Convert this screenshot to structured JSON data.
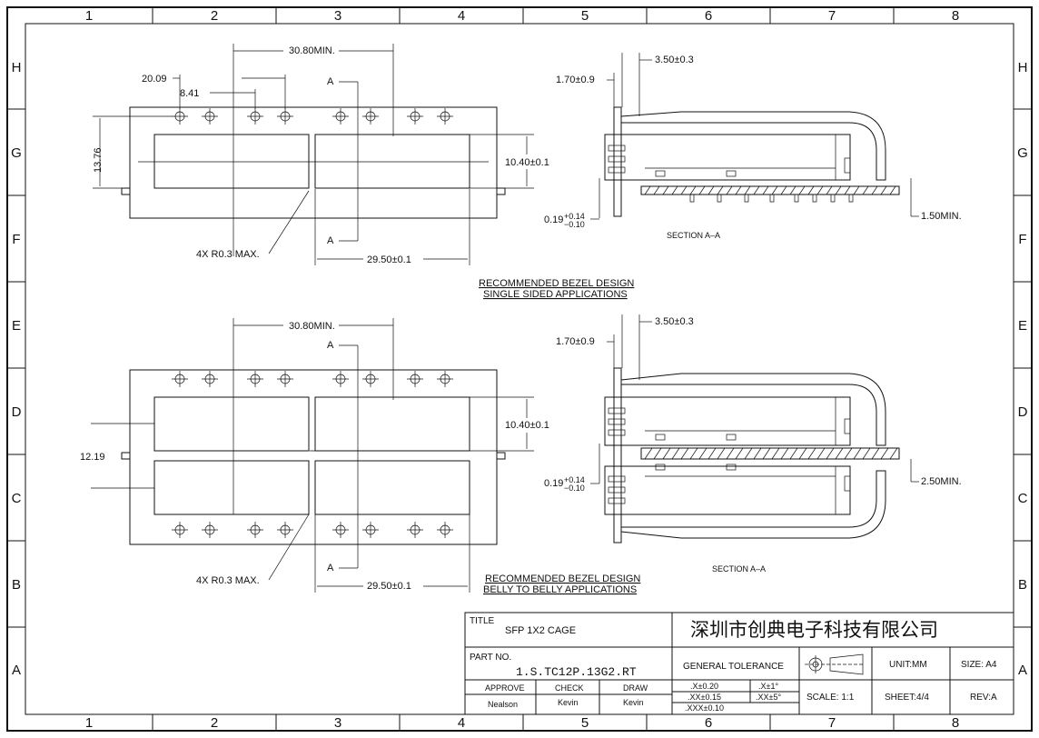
{
  "border": {
    "columns": [
      "1",
      "2",
      "3",
      "4",
      "5",
      "6",
      "7",
      "8"
    ],
    "rows": [
      "H",
      "G",
      "F",
      "E",
      "D",
      "C",
      "B",
      "A"
    ]
  },
  "top_view": {
    "dims": {
      "d1": "30.80MIN.",
      "d2": "20.09",
      "d3": "8.41",
      "d4": "13.76",
      "d5": "10.40±0.1",
      "d6": "4X R0.3 MAX.",
      "d7": "29.50±0.1",
      "section_a_top": "A",
      "section_a_bottom": "A"
    },
    "caption_line1": "RECOMMENDED BEZEL DESIGN",
    "caption_line2": "SINGLE SIDED APPLICATIONS"
  },
  "top_section": {
    "dims": {
      "d1": "3.50±0.3",
      "d2": "1.70±0.9",
      "d3_main": "0.19",
      "d3_sup": "+0.14",
      "d3_sub": "−0.10",
      "d4": "1.50MIN."
    },
    "label": "SECTION A–A"
  },
  "bottom_view": {
    "dims": {
      "d1": "30.80MIN.",
      "d2": "12.19",
      "d3": "10.40±0.1",
      "d4": "4X R0.3 MAX.",
      "d5": "29.50±0.1",
      "section_a_top": "A",
      "section_a_bottom": "A"
    },
    "caption_line1": "RECOMMENDED BEZEL DESIGN",
    "caption_line2": "BELLY TO BELLY APPLICATIONS"
  },
  "bottom_section": {
    "dims": {
      "d1": "3.50±0.3",
      "d2": "1.70±0.9",
      "d3_main": "0.19",
      "d3_sup": "+0.14",
      "d3_sub": "−0.10",
      "d4": "2.50MIN."
    },
    "label": "SECTION A–A"
  },
  "title_block": {
    "title_label": "TITLE",
    "title": "SFP 1X2 CAGE",
    "company": "深圳市创典电子科技有限公司",
    "part_no_label": "PART NO.",
    "part_no": "1.S.TC12P.13G2.RT",
    "general_tolerance": "GENERAL TOLERANCE",
    "unit": "UNIT:MM",
    "size": "SIZE: A4",
    "approve_label": "APPROVE",
    "check_label": "CHECK",
    "draw_label": "DRAW",
    "approve": "Nealson",
    "check": "Kevin",
    "draw": "Kevin",
    "tol_x": ".X±0.20",
    "tol_xx": ".XX±0.15",
    "tol_xxx": ".XXX±0.10",
    "ang_x": ".X±1°",
    "ang_xx": ".XX±5°",
    "scale": "SCALE:  1:1",
    "sheet": "SHEET:4/4",
    "rev": "REV:A"
  }
}
